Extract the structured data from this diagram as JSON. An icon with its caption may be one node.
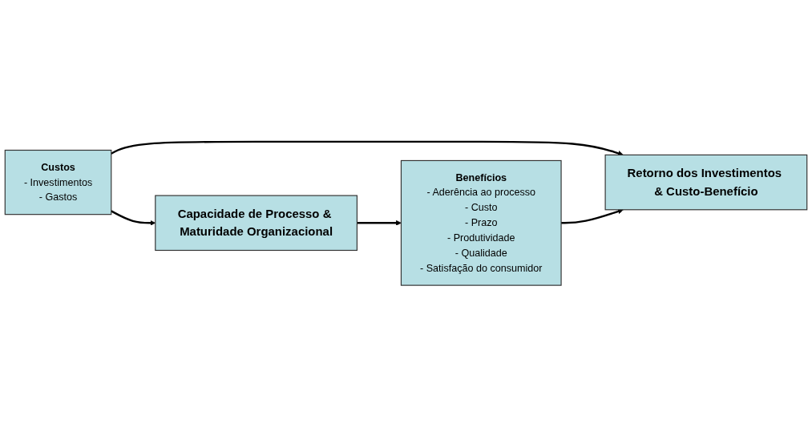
{
  "diagram": {
    "nodes": [
      {
        "text": [
          "Custos",
          "- Investimentos",
          "- Gastos"
        ]
      },
      {
        "text": [
          "Capacidade de Processo & Maturidade Organizacional"
        ]
      },
      {
        "text": [
          "Benefícios",
          "- Aderência ao processo",
          "- Custo",
          "- Prazo",
          "- Produtividade",
          "- Qualidade",
          "- Satisfação do consumidor"
        ]
      },
      {
        "text": [
          "Retorno dos Investimentos & Custo-Benefício"
        ]
      }
    ],
    "edges": [
      {
        "from": 0,
        "to": 1,
        "arrow": "to"
      },
      {
        "from": 1,
        "to": 2,
        "arrow": "to"
      },
      {
        "from": 0,
        "to": 3,
        "arrow": "to"
      },
      {
        "from": 2,
        "to": 3,
        "arrow": "to"
      }
    ]
  }
}
